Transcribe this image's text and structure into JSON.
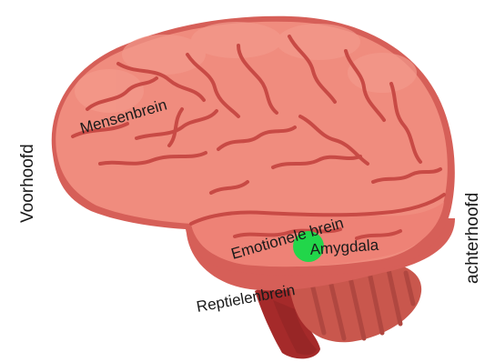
{
  "labels": {
    "voorhoofd": "Voorhoofd",
    "achterhoofd": "achterhoofd",
    "mensenbrein": "Mensenbrein",
    "emotionele_brein": "Emotionele brein",
    "amygdala": "Amygdala",
    "reptielenbrein": "Reptielenbrein"
  },
  "colors": {
    "cortex_light": "#f08c7e",
    "cortex_mid": "#e8776c",
    "cortex_shadow": "#d65f58",
    "groove": "#c84a45",
    "stem": "#a52a2a",
    "stem_dark": "#8e2323",
    "cerebellum": "#c9574d",
    "cerebellum_stripe": "#b04740",
    "amygdala_dot": "#22d64a"
  }
}
